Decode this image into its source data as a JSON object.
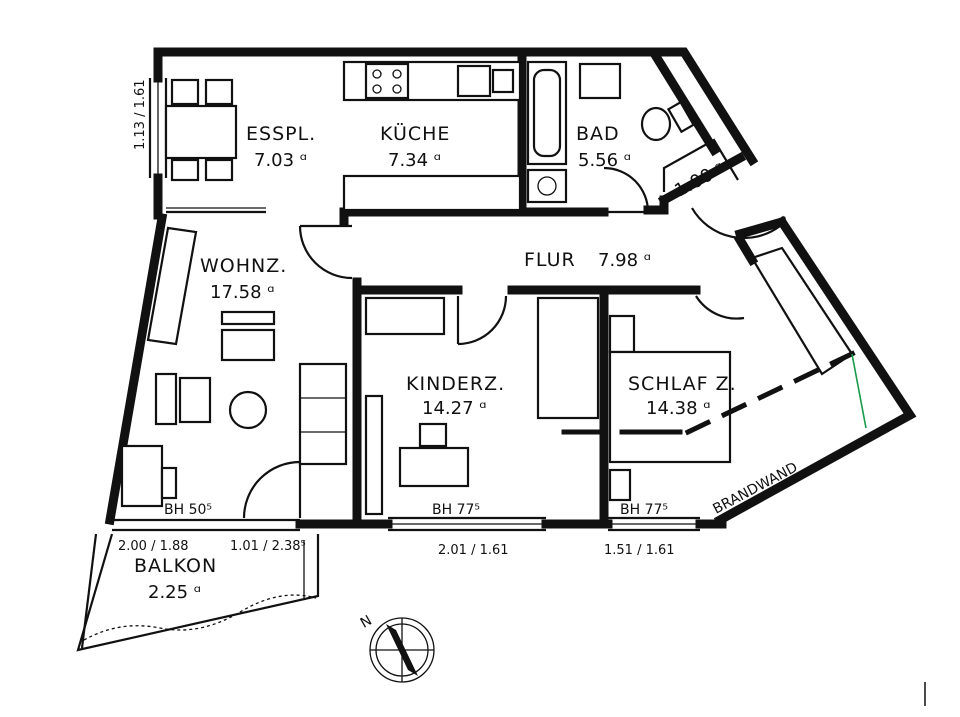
{
  "rooms": {
    "esspl": {
      "name": "ESSPL.",
      "area": "7.03 ᵅ"
    },
    "kueche": {
      "name": "KÜCHE",
      "area": "7.34 ᵅ"
    },
    "bad": {
      "name": "BAD",
      "area": "5.56 ᵅ"
    },
    "wc": {
      "area": "1.00 ᵅ"
    },
    "wohnz": {
      "name": "WOHNZ.",
      "area": "17.58 ᵅ"
    },
    "flur": {
      "name": "FLUR",
      "area": "7.98 ᵅ"
    },
    "kinderz": {
      "name": "KINDERZ.",
      "area": "14.27 ᵅ"
    },
    "schlafz": {
      "name": "SCHLAF Z.",
      "area": "14.38 ᵅ"
    },
    "balkon": {
      "name": "BALKON",
      "area": "2.25 ᵅ"
    }
  },
  "labels": {
    "window_esspl": "1.13 / 1.61",
    "bh_wohnz": "BH 50⁵",
    "bh_kinderz": "BH 77⁵",
    "bh_schlafz": "BH 77⁵",
    "dim_balkon_window": "2.00 / 1.88",
    "dim_balkon_door": "1.01 / 2.38⁵",
    "dim_kinderz_window": "2.01 / 1.61",
    "dim_schlafz_window": "1.51 / 1.61",
    "brandwand": "BRANDWAND",
    "north": "N"
  }
}
